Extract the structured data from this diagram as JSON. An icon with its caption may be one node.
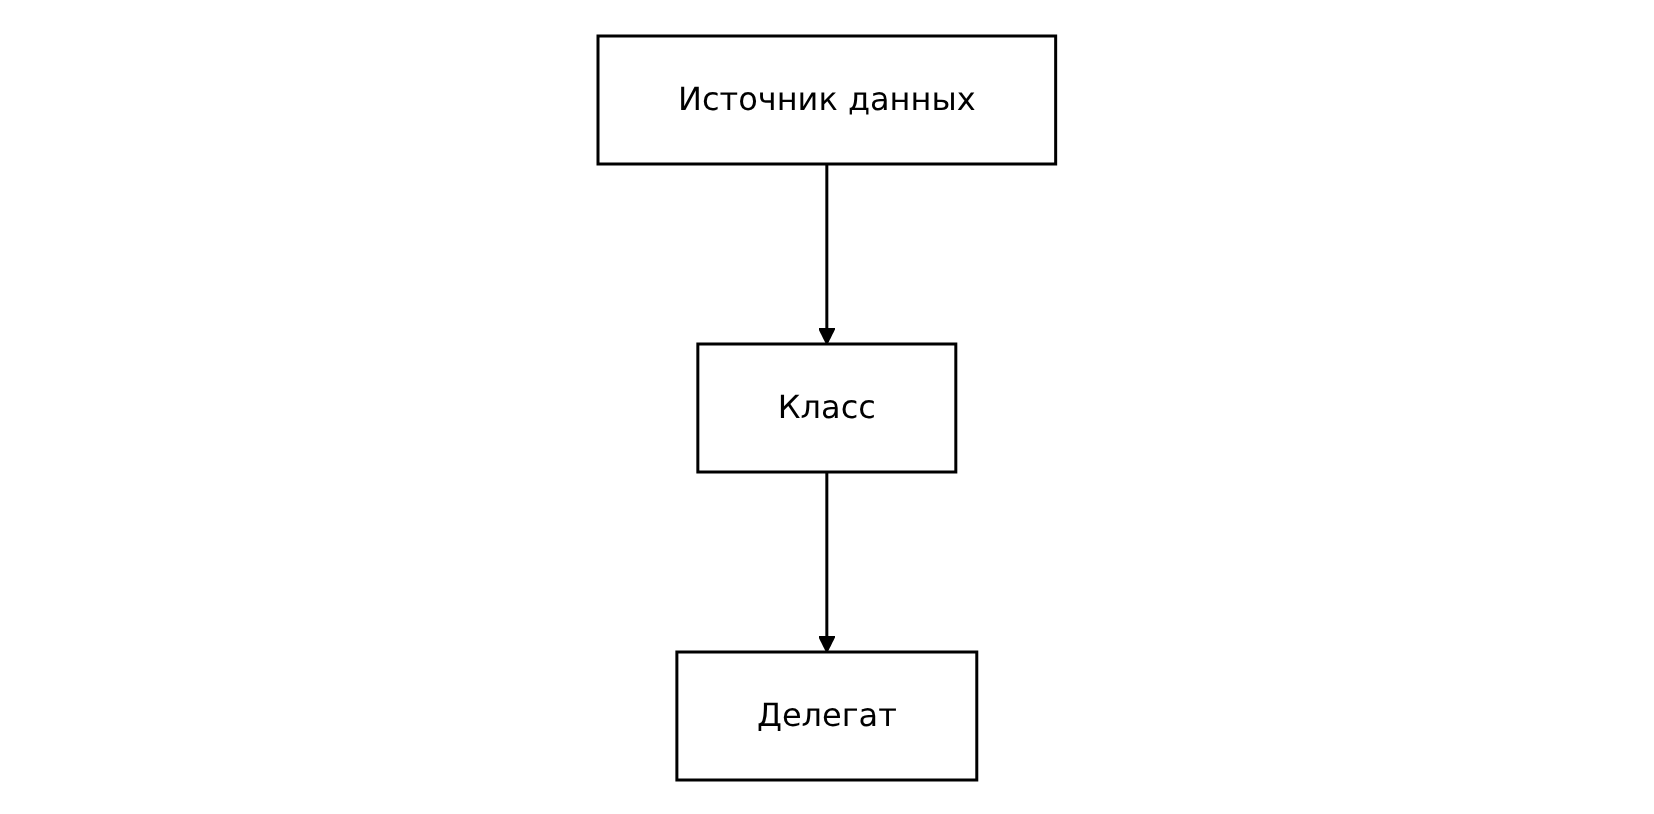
{
  "diagram": {
    "nodes": [
      {
        "text": [
          "Класс"
        ]
      },
      {
        "text": [
          "Делегат"
        ]
      },
      {
        "text": [
          "Источник данных"
        ]
      }
    ],
    "edges": [
      {
        "from": 0,
        "to": 1,
        "arrow": "to"
      },
      {
        "from": 2,
        "to": 0,
        "arrow": "to"
      }
    ]
  }
}
